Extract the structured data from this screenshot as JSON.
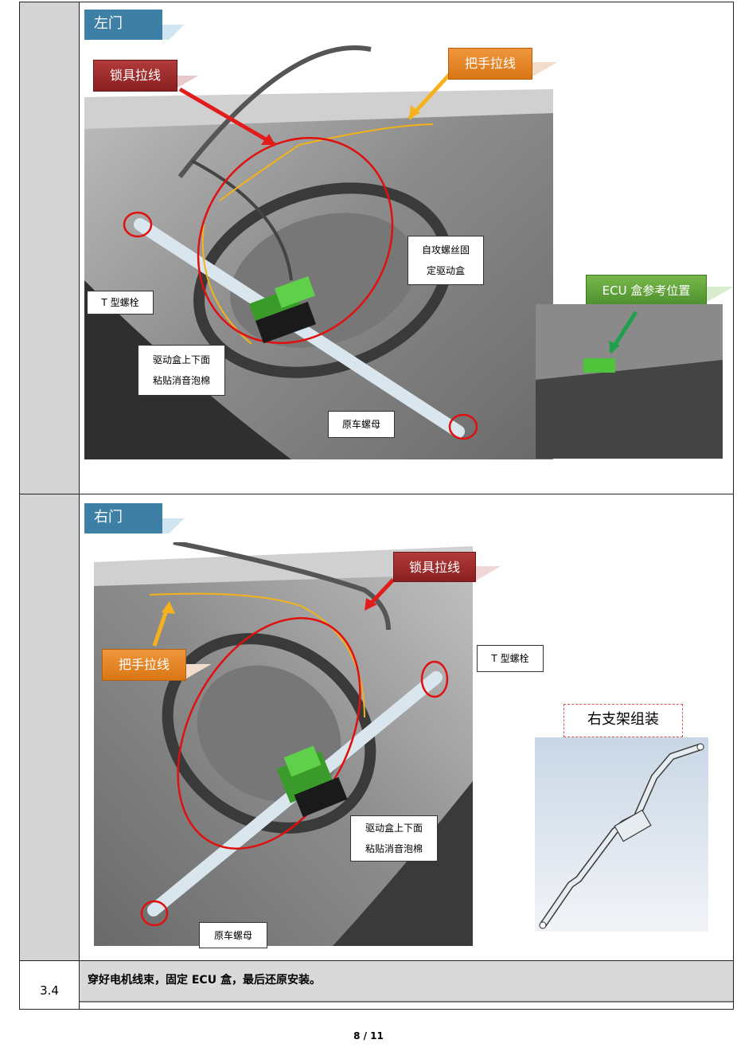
{
  "section_left": {
    "title": "左门",
    "lock_cable": "锁具拉线",
    "handle_cable": "把手拉线",
    "self_tap_screw": "自攻螺丝固\n定驱动盒",
    "t_bolt": "T 型螺栓",
    "drive_box_foam": "驱动盒上下面\n粘贴消音泡棉",
    "orig_nut": "原车螺母",
    "ecu_ref": "ECU 盒参考位置"
  },
  "section_right": {
    "title": "右门",
    "lock_cable": "锁具拉线",
    "handle_cable": "把手拉线",
    "t_bolt": "T 型螺栓",
    "drive_box_foam": "驱动盒上下面\n粘贴消音泡棉",
    "orig_nut": "原车螺母",
    "bracket_title": "右支架组装"
  },
  "step": {
    "number": "3.4",
    "text": "穿好电机线束，固定 ECU 盒，最后还原安装。"
  },
  "footer": {
    "page": "8 / 11"
  },
  "colors": {
    "header_blue": "#3e7fa6",
    "callout_red": "#a02c2c",
    "callout_orange": "#e8842a",
    "callout_green": "#5fa53a",
    "highlight_red": "#e01010",
    "cable_yellow": "#f2b21a"
  }
}
